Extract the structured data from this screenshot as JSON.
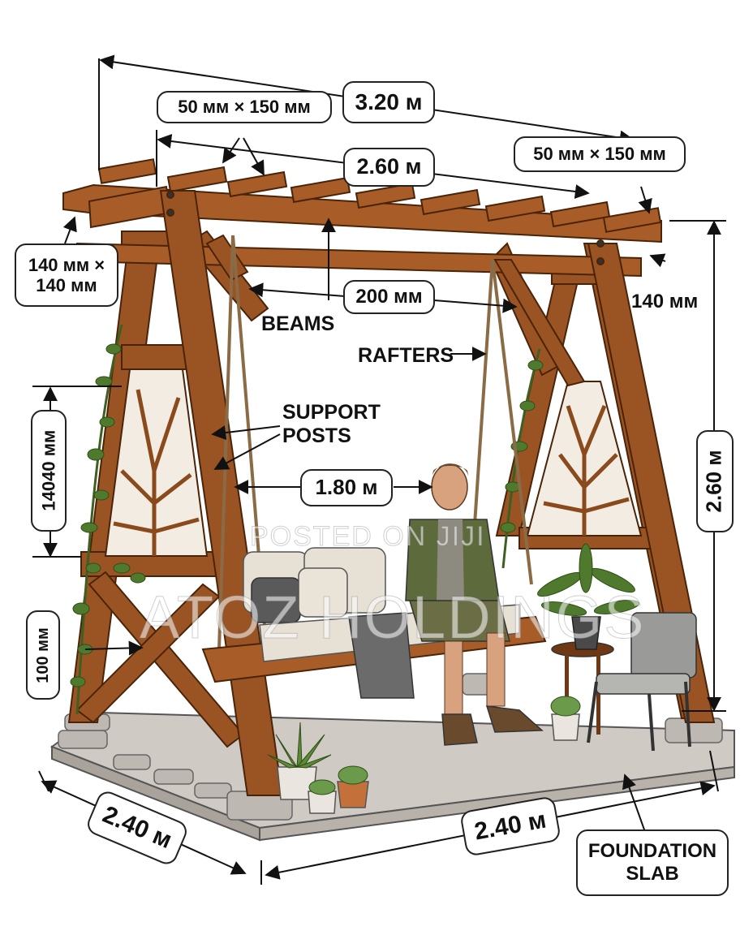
{
  "dimensions": {
    "overall_width": "3.20 м",
    "beam_section_left": "50 мм × 150 мм",
    "beam_section_right": "50 мм × 150 мм",
    "inner_span": "2.60 м",
    "post_section": "140 мм ×\n140 мм",
    "rafter_depth": "140 мм",
    "brace_gap": "200 мм",
    "height": "2.60 м",
    "panel_height": "14040 мм",
    "swing_clearance": "1.80 м",
    "bolt_spacing": "100 мм",
    "slab_depth": "2.40 м",
    "slab_width": "2.40 м"
  },
  "labels": {
    "beams": "BEAMS",
    "rafters": "RAFTERS",
    "support_posts": "SUPPORT\nPOSTS",
    "foundation_slab": "FOUNDATION\nSLAB"
  },
  "watermark": {
    "line1": "POSTED ON JIJI",
    "line2": "ATOZ HOLDINGS"
  },
  "colors": {
    "wood": "#9a5424",
    "wood_dark": "#6e3815",
    "slab": "#cfcac4",
    "foliage": "#4f7a2e",
    "cushion": "#e6e0d5"
  }
}
